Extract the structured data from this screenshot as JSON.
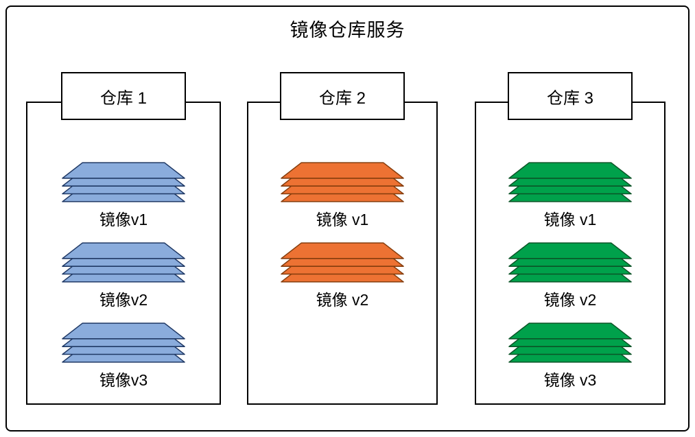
{
  "title": "镜像仓库服务",
  "warehouses": [
    {
      "label": "仓库 1",
      "fill": "#8AACDC",
      "stroke": "#1F3864",
      "layers_per_image": 4,
      "images": [
        "镜像v1",
        "镜像v2",
        "镜像v3"
      ]
    },
    {
      "label": "仓库 2",
      "fill": "#ED7233",
      "stroke": "#843C0C",
      "layers_per_image": 4,
      "images": [
        "镜像 v1",
        "镜像 v2"
      ]
    },
    {
      "label": "仓库 3",
      "fill": "#00A14B",
      "stroke": "#0B5427",
      "layers_per_image": 4,
      "images": [
        "镜像 v1",
        "镜像 v2",
        "镜像 v3"
      ]
    }
  ]
}
